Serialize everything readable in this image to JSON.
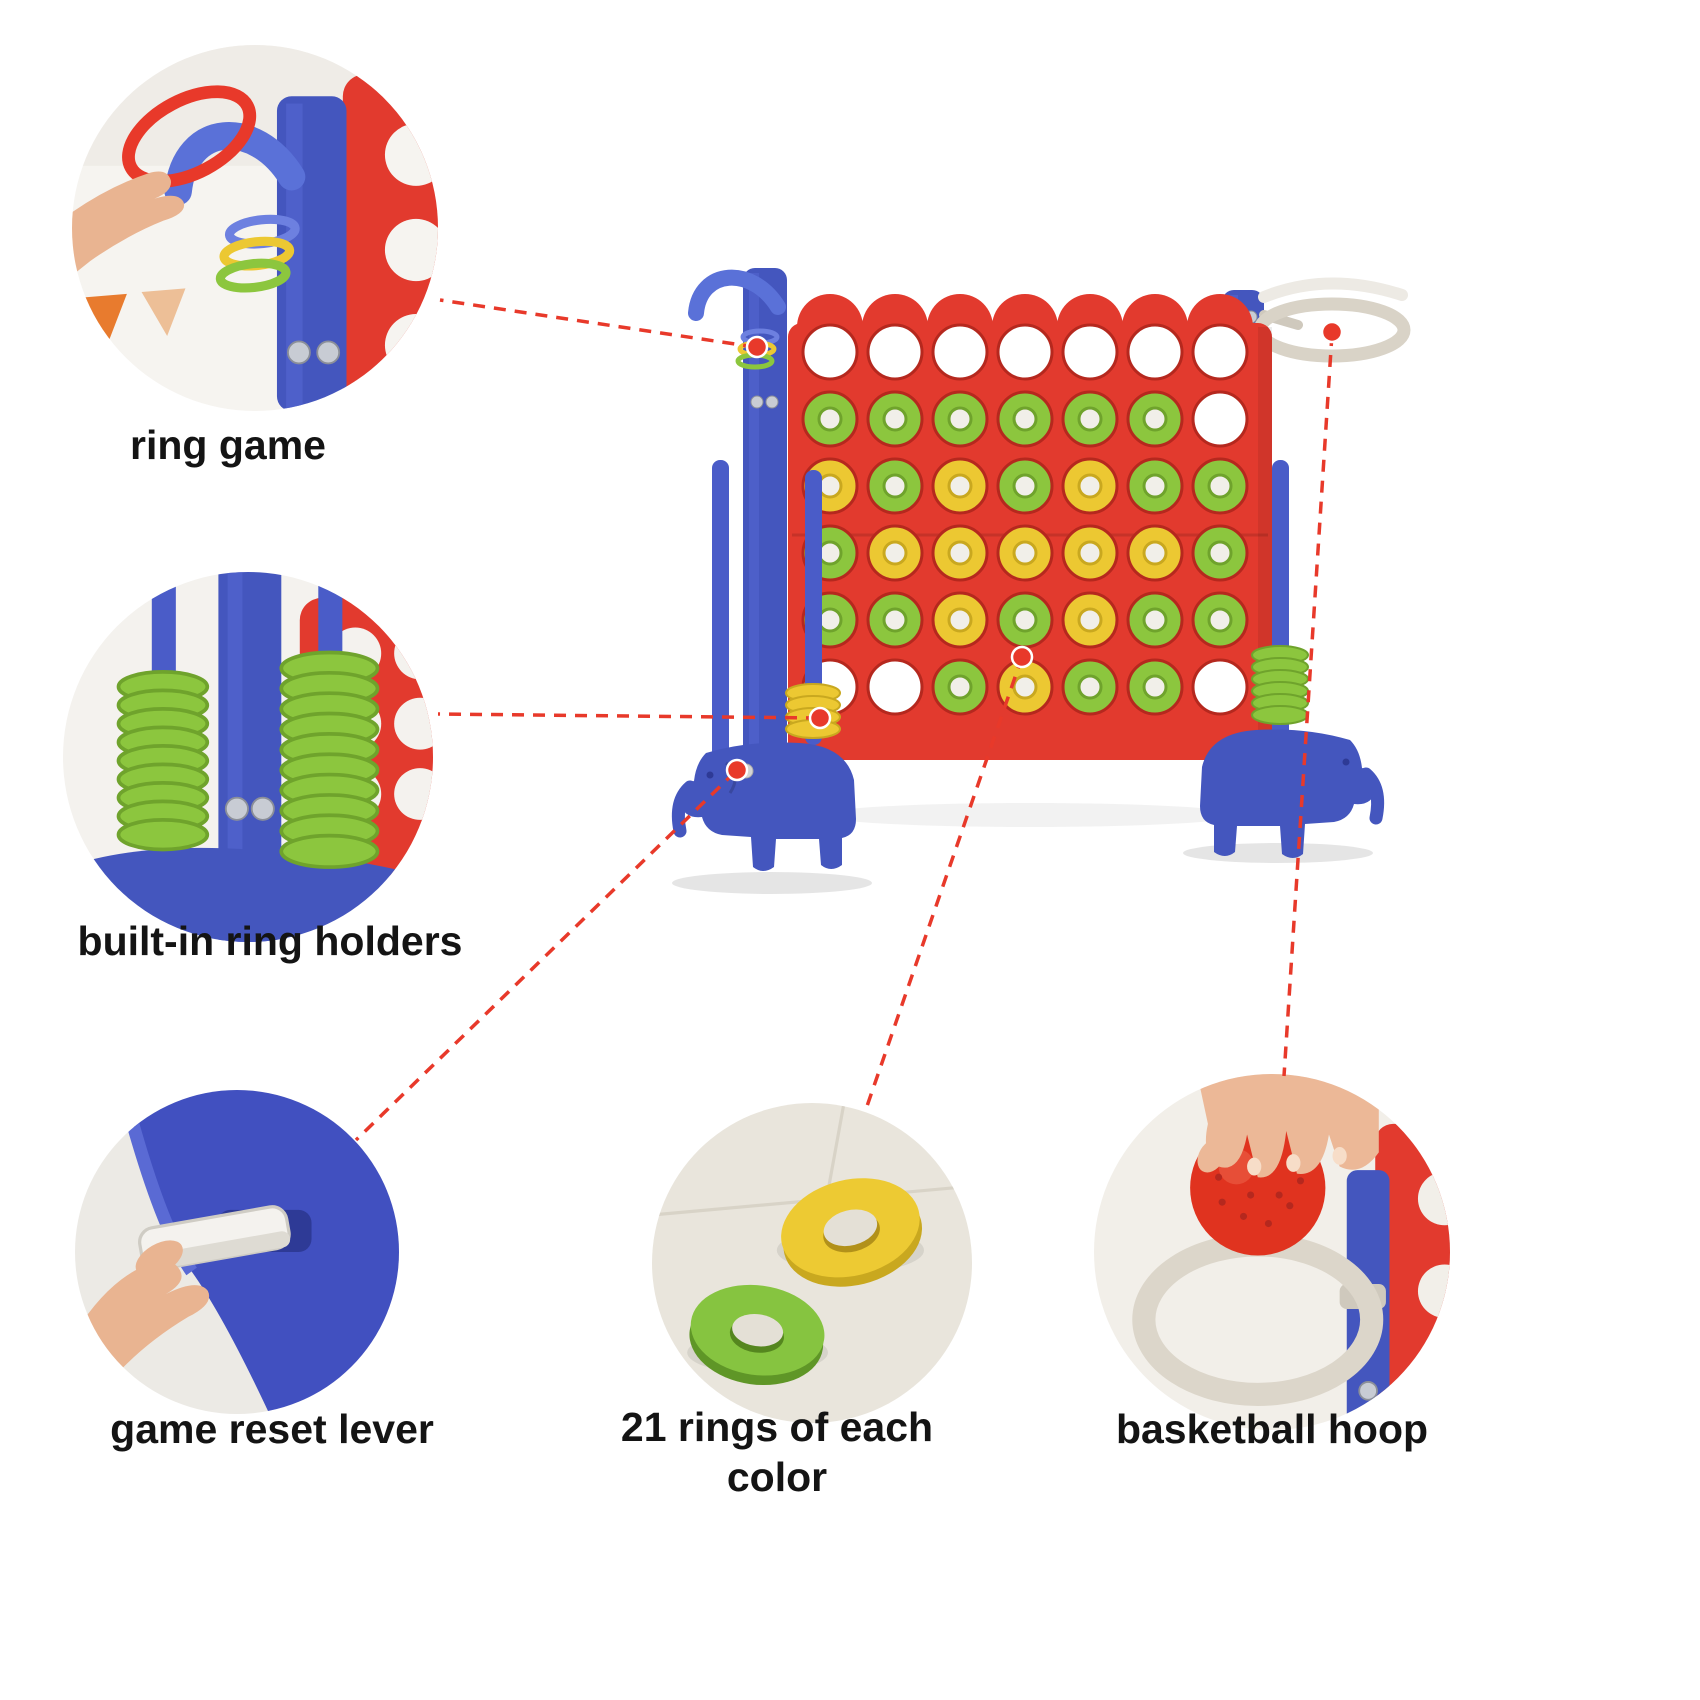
{
  "page": {
    "background": "#ffffff"
  },
  "colors": {
    "accent_red": "#e8392a",
    "board_red": "#e23a2e",
    "board_red_dark": "#b5281e",
    "frame_blue": "#4456be",
    "frame_blue_dark": "#39489f",
    "pole_blue": "#4a5cc8",
    "disc_green": "#8cc63e",
    "disc_green_dark": "#6fa32c",
    "disc_yellow": "#ecc832",
    "disc_yellow_dark": "#c9a81f",
    "hoop_gray": "#d9d3c7",
    "skin": "#e9b491",
    "label_text": "#141414"
  },
  "callouts": [
    {
      "id": "ring-game",
      "label": "ring game"
    },
    {
      "id": "ring-holders",
      "label": "built-in ring holders"
    },
    {
      "id": "reset-lever",
      "label": "game reset lever"
    },
    {
      "id": "ring-count",
      "label": "21 rings of each color"
    },
    {
      "id": "basketball-hoop",
      "label": "basketball hoop"
    }
  ],
  "product": {
    "board_columns": 7,
    "board_rows": 6,
    "disc_grid": [
      "EEEEEEE",
      "GGGGGGE",
      "YGYGYGG",
      "GYYYYYG",
      "GGYGYGG",
      "EEGYGGE"
    ]
  }
}
